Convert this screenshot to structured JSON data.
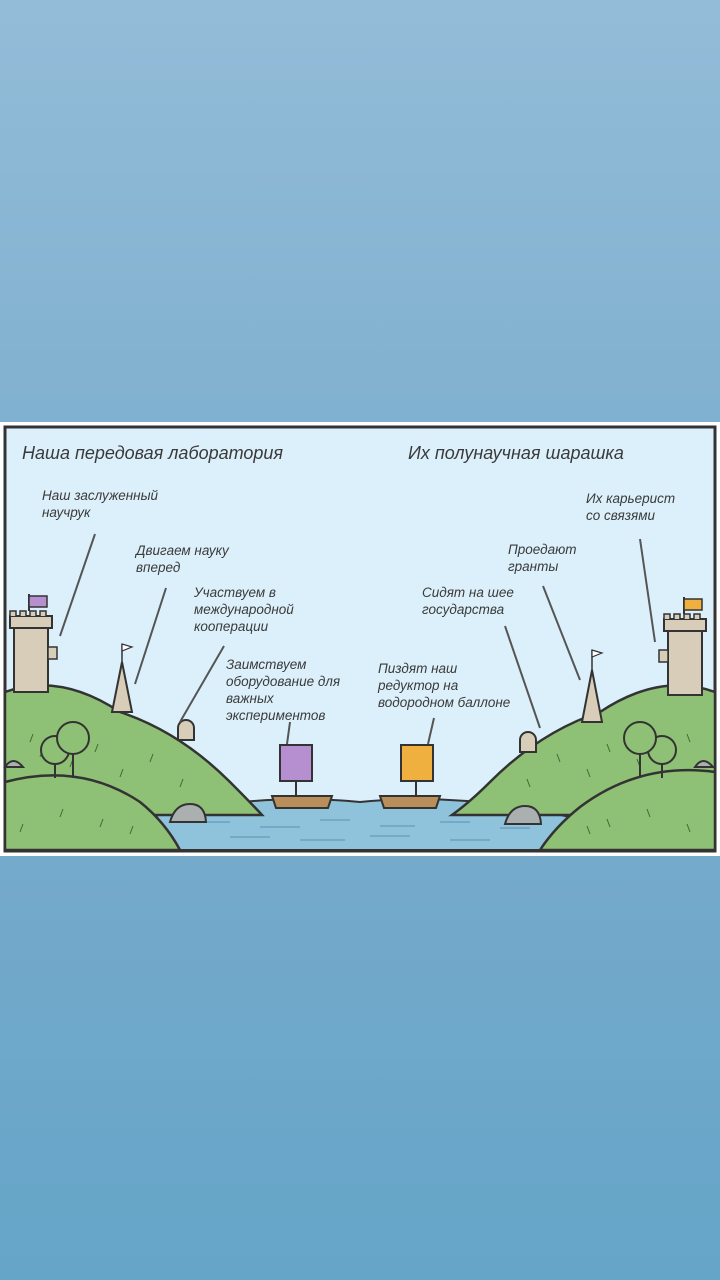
{
  "comic": {
    "left_title": "Наша передовая лаборатория",
    "right_title": "Их полунаучная шарашка",
    "left_captions": {
      "supervisor": "Наш заслуженный\nнаучрук",
      "science": "Двигаем науку\nвперед",
      "cooperation": "Участвуем в\nмеждународной\nкооперации",
      "equipment": "Заимствуем\nоборудование для\nважных\nэкспериментов"
    },
    "right_captions": {
      "careerist": "Их карьерист\nсо связями",
      "grants": "Проедают\nгранты",
      "state": "Сидят на шее\nгосударства",
      "reducer": "Пиздят наш\nредуктор на\nводородном баллоне"
    },
    "colors": {
      "sky": "#dcf0fb",
      "grass": "#8ec076",
      "water": "#8fc3dc",
      "stone": "#d7cdb8",
      "left_flag": "#b58fd0",
      "right_flag": "#f0b040",
      "outline": "#333333"
    }
  }
}
